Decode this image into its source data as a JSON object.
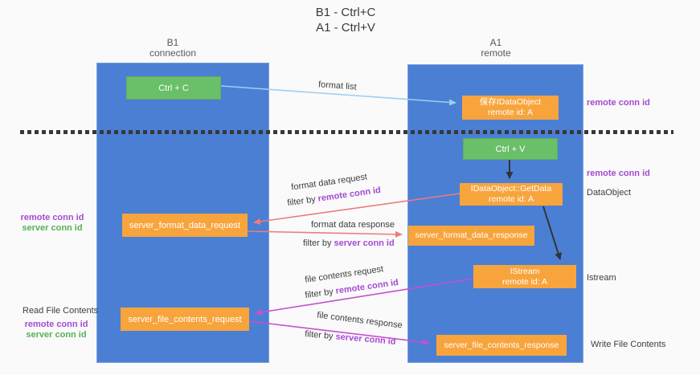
{
  "title": {
    "line1": "B1 - Ctrl+C",
    "line2": "A1 - Ctrl+V"
  },
  "columns": {
    "left": {
      "name": "B1",
      "subtitle": "connection"
    },
    "right": {
      "name": "A1",
      "subtitle": "remote"
    }
  },
  "nodes": {
    "ctrl_c": "Ctrl + C",
    "ctrl_v": "Ctrl + V",
    "save_dataobject": {
      "line1": "保存IDataObject",
      "line2": "remote id: A"
    },
    "getdata": {
      "line1": "IDataObject::GetData",
      "line2": "remote id: A"
    },
    "istream": {
      "line1": "IStream",
      "line2": "remote id: A"
    },
    "server_format_data_request": "server_format_data_request",
    "server_format_data_response": "server_format_data_response",
    "server_file_contents_request": "server_file_contents_request",
    "server_file_contents_response": "server_file_contents_response"
  },
  "edge_labels": {
    "format_list": "format list",
    "format_data_request": "format data request",
    "format_data_response": "format data response",
    "file_contents_request": "file contents request",
    "file_contents_response": "file contents response",
    "filter_by": "filter by ",
    "remote_conn_id": "remote conn id",
    "server_conn_id": "server conn id"
  },
  "annotations": {
    "left": {
      "remote_conn_id": "remote conn id",
      "server_conn_id": "server conn id",
      "read_file_contents": "Read File Contents"
    },
    "right": {
      "remote_conn_id_top": "remote conn id",
      "remote_conn_id_mid": "remote conn id",
      "dataobject": "DataObject",
      "istream": "Istream",
      "write_file_contents": "Write File Contents"
    }
  },
  "colors": {
    "lifeline_blue": "#4a7fd4",
    "box_green": "#6abf69",
    "box_orange": "#f8a43d",
    "arrow_lightblue": "#9fcdf2",
    "arrow_salmon": "#ef7b7b",
    "arrow_magenta": "#c750cf",
    "arrow_black": "#333333",
    "text_purple": "#a54ad2",
    "text_green": "#55b155",
    "dash_black": "#383838"
  }
}
